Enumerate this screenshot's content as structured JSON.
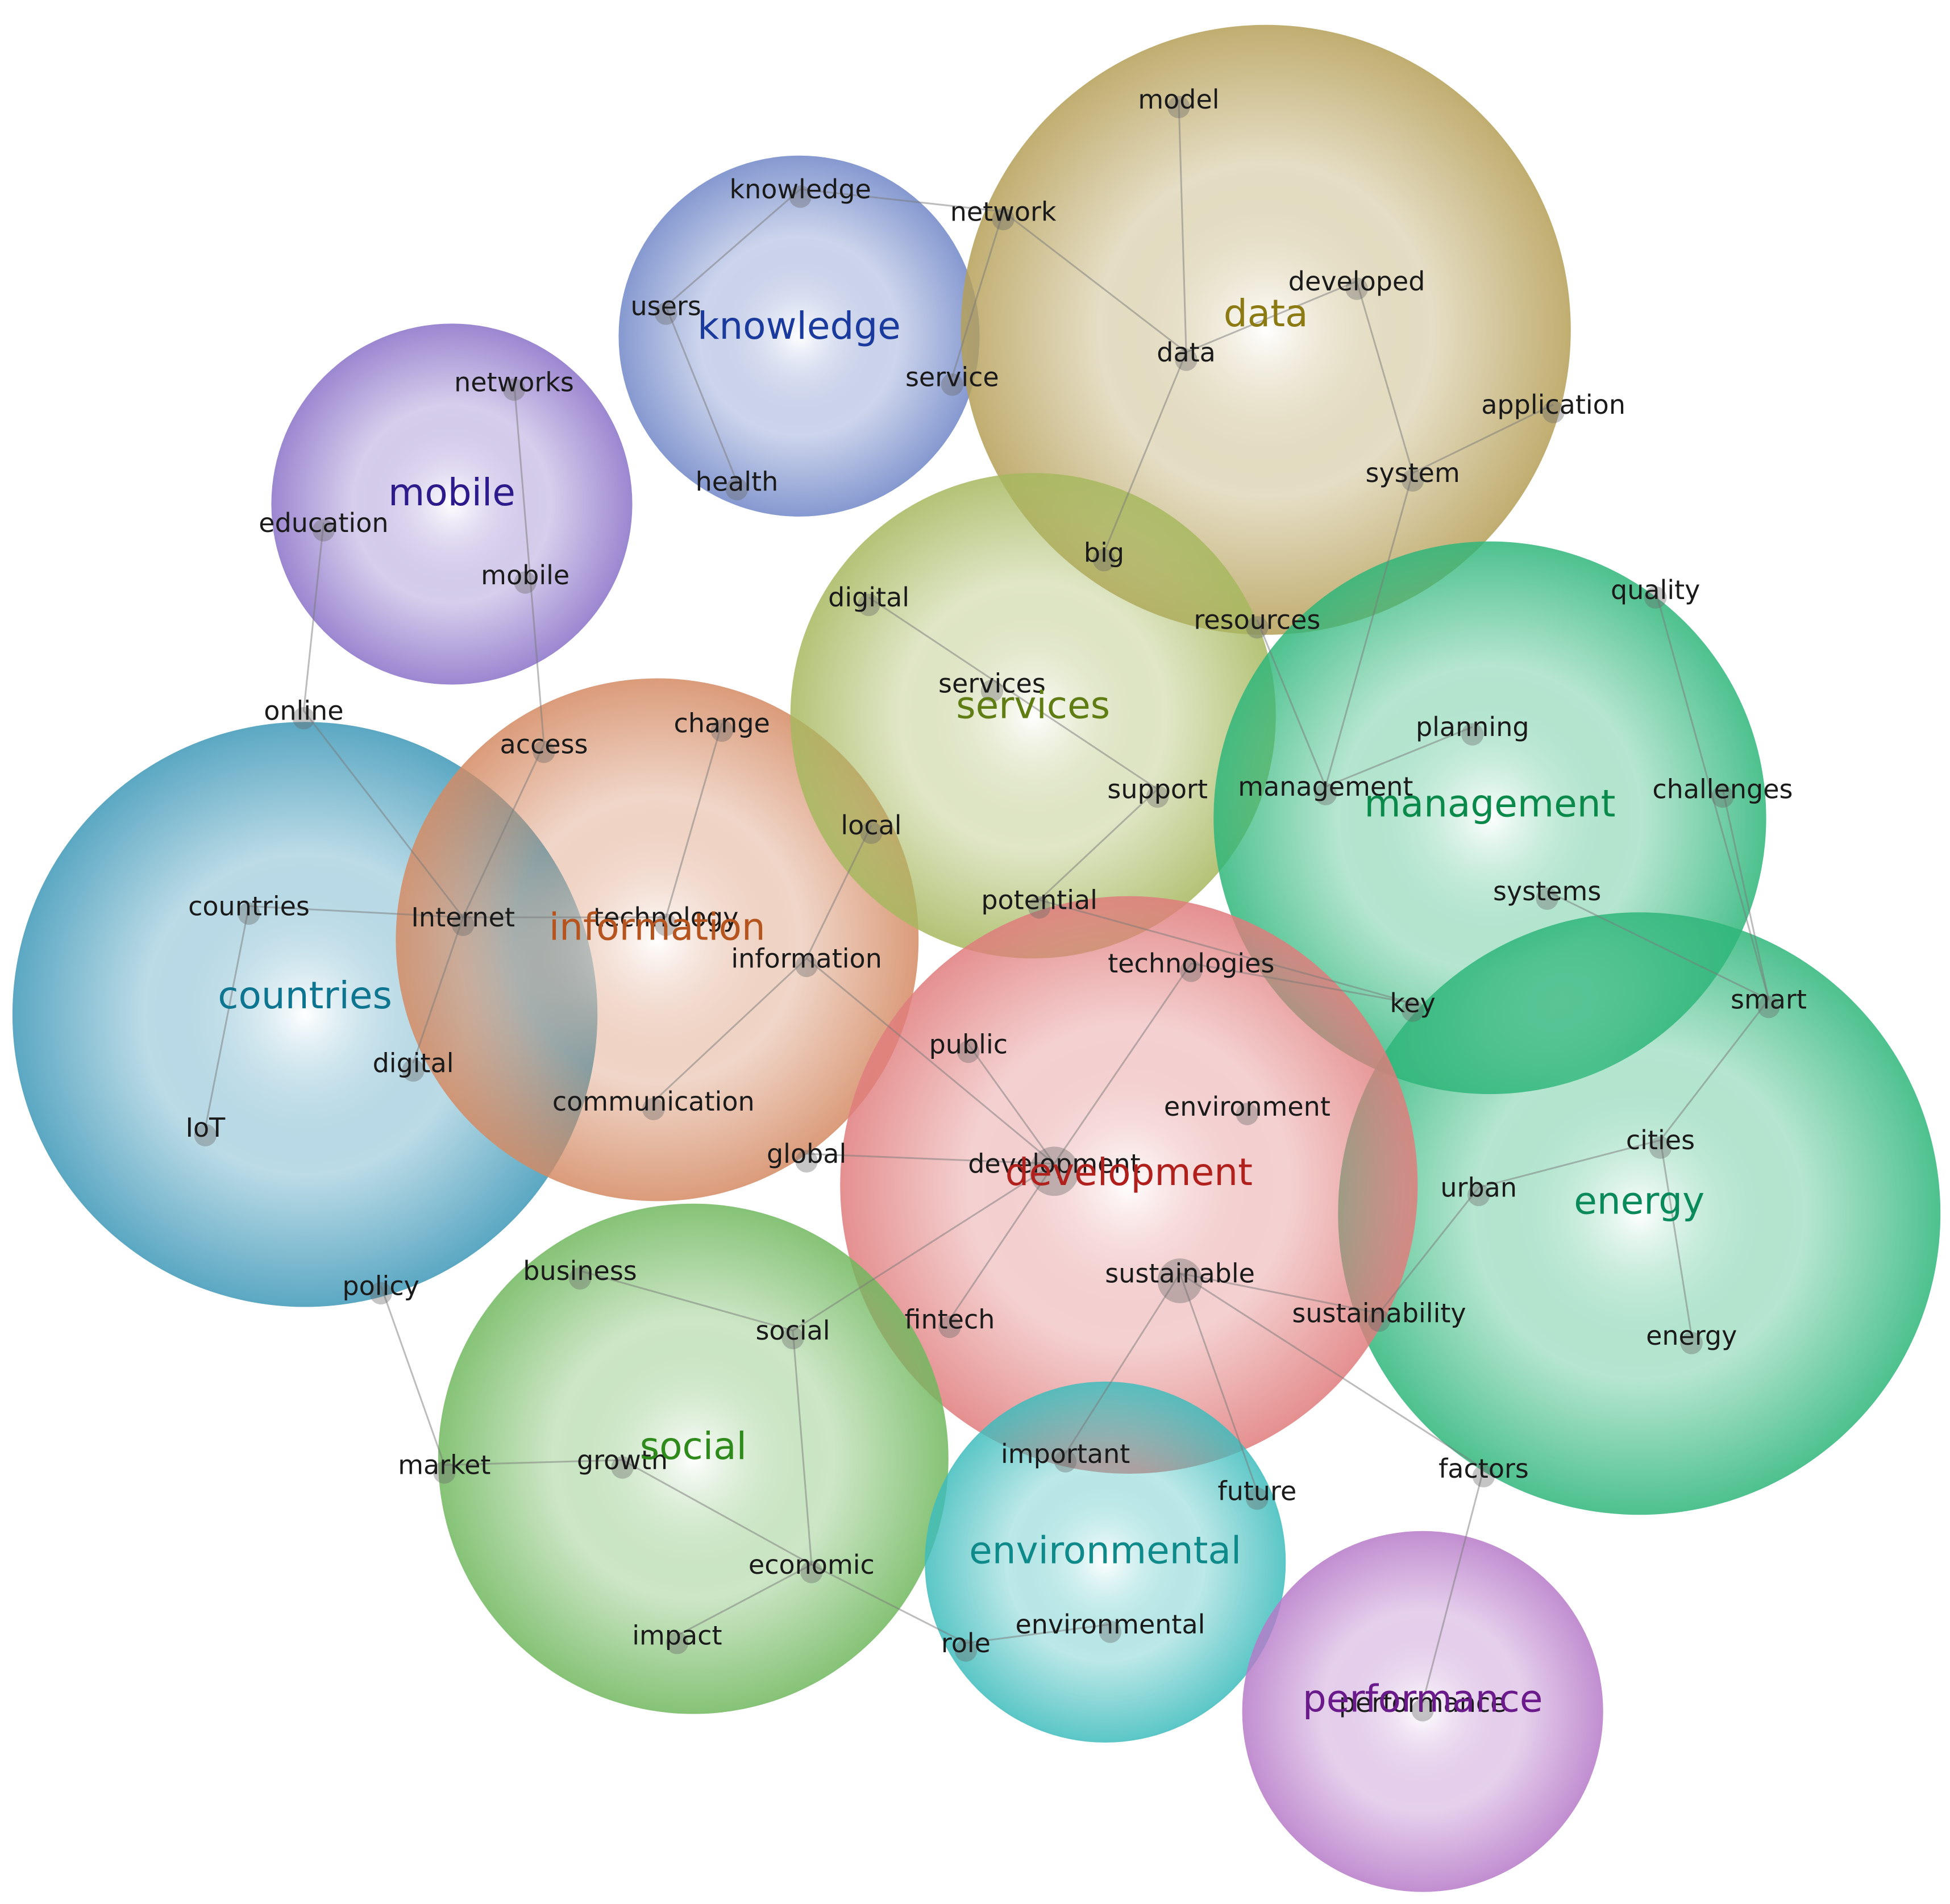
{
  "clusters": [
    {
      "id": "countries",
      "label": "countries",
      "color": "#3e98b8",
      "label_color": "#0e7590"
    },
    {
      "id": "information",
      "label": "information",
      "color": "#d48a63",
      "label_color": "#b5541e"
    },
    {
      "id": "mobile",
      "label": "mobile",
      "color": "#8a72c8",
      "label_color": "#2d1b8c"
    },
    {
      "id": "knowledge",
      "label": "knowledge",
      "color": "#7087c8",
      "label_color": "#1a3a9e"
    },
    {
      "id": "data",
      "label": "data",
      "color": "#b59f57",
      "label_color": "#8c7a12"
    },
    {
      "id": "services",
      "label": "services",
      "color": "#a6b85e",
      "label_color": "#5f7d12"
    },
    {
      "id": "management",
      "label": "management",
      "color": "#2eb67a",
      "label_color": "#0a8a4a"
    },
    {
      "id": "energy",
      "label": "energy",
      "color": "#2eb67a",
      "label_color": "#0a8a5a"
    },
    {
      "id": "development",
      "label": "development",
      "color": "#e07c7c",
      "label_color": "#b0201c"
    },
    {
      "id": "social",
      "label": "social",
      "color": "#70b85e",
      "label_color": "#2e8a1a"
    },
    {
      "id": "environmental",
      "label": "environmental",
      "color": "#3ebcbc",
      "label_color": "#0e8a8a"
    },
    {
      "id": "performance",
      "label": "performance",
      "color": "#b67ac8",
      "label_color": "#6a1a8a"
    }
  ],
  "terms": [
    {
      "id": "model",
      "label": "model"
    },
    {
      "id": "knowledge",
      "label": "knowledge"
    },
    {
      "id": "network",
      "label": "network"
    },
    {
      "id": "developed",
      "label": "developed"
    },
    {
      "id": "users",
      "label": "users"
    },
    {
      "id": "data",
      "label": "data"
    },
    {
      "id": "service",
      "label": "service"
    },
    {
      "id": "networks",
      "label": "networks"
    },
    {
      "id": "application",
      "label": "application"
    },
    {
      "id": "health",
      "label": "health"
    },
    {
      "id": "system",
      "label": "system"
    },
    {
      "id": "education",
      "label": "education"
    },
    {
      "id": "big",
      "label": "big"
    },
    {
      "id": "mobile",
      "label": "mobile"
    },
    {
      "id": "quality",
      "label": "quality"
    },
    {
      "id": "digital_services",
      "label": "digital"
    },
    {
      "id": "resources",
      "label": "resources"
    },
    {
      "id": "services",
      "label": "services"
    },
    {
      "id": "online",
      "label": "online"
    },
    {
      "id": "change",
      "label": "change"
    },
    {
      "id": "planning",
      "label": "planning"
    },
    {
      "id": "access",
      "label": "access"
    },
    {
      "id": "support",
      "label": "support"
    },
    {
      "id": "management",
      "label": "management"
    },
    {
      "id": "challenges",
      "label": "challenges"
    },
    {
      "id": "local",
      "label": "local"
    },
    {
      "id": "systems",
      "label": "systems"
    },
    {
      "id": "countries",
      "label": "countries"
    },
    {
      "id": "potential",
      "label": "potential"
    },
    {
      "id": "internet",
      "label": "Internet"
    },
    {
      "id": "technology",
      "label": "technology"
    },
    {
      "id": "information",
      "label": "information"
    },
    {
      "id": "technologies",
      "label": "technologies"
    },
    {
      "id": "key",
      "label": "key"
    },
    {
      "id": "smart",
      "label": "smart"
    },
    {
      "id": "public",
      "label": "public"
    },
    {
      "id": "digital_countries",
      "label": "digital"
    },
    {
      "id": "communication",
      "label": "communication"
    },
    {
      "id": "environment",
      "label": "environment"
    },
    {
      "id": "iot",
      "label": "IoT"
    },
    {
      "id": "cities",
      "label": "cities"
    },
    {
      "id": "global",
      "label": "global"
    },
    {
      "id": "development",
      "label": "development"
    },
    {
      "id": "urban",
      "label": "urban"
    },
    {
      "id": "sustainable",
      "label": "sustainable"
    },
    {
      "id": "policy",
      "label": "policy"
    },
    {
      "id": "business",
      "label": "business"
    },
    {
      "id": "sustainability",
      "label": "sustainability"
    },
    {
      "id": "fintech",
      "label": "fintech"
    },
    {
      "id": "social",
      "label": "social"
    },
    {
      "id": "energy",
      "label": "energy"
    },
    {
      "id": "important",
      "label": "important"
    },
    {
      "id": "market",
      "label": "market"
    },
    {
      "id": "growth",
      "label": "growth"
    },
    {
      "id": "factors",
      "label": "factors"
    },
    {
      "id": "future",
      "label": "future"
    },
    {
      "id": "economic",
      "label": "economic"
    },
    {
      "id": "environmental",
      "label": "environmental"
    },
    {
      "id": "impact",
      "label": "impact"
    },
    {
      "id": "role",
      "label": "role"
    },
    {
      "id": "performance",
      "label": "performance"
    }
  ],
  "edges": [
    [
      "knowledge",
      "network"
    ],
    [
      "knowledge",
      "users"
    ],
    [
      "users",
      "health"
    ],
    [
      "network",
      "service"
    ],
    [
      "network",
      "data"
    ],
    [
      "model",
      "data"
    ],
    [
      "data",
      "developed"
    ],
    [
      "developed",
      "system"
    ],
    [
      "system",
      "application"
    ],
    [
      "data",
      "big"
    ],
    [
      "system",
      "management"
    ],
    [
      "networks",
      "access"
    ],
    [
      "education",
      "online"
    ],
    [
      "online",
      "internet"
    ],
    [
      "access",
      "internet"
    ],
    [
      "internet",
      "digital_countries"
    ],
    [
      "countries",
      "internet"
    ],
    [
      "internet",
      "technology"
    ],
    [
      "countries",
      "iot"
    ],
    [
      "change",
      "technology"
    ],
    [
      "local",
      "information"
    ],
    [
      "information",
      "communication"
    ],
    [
      "information",
      "development"
    ],
    [
      "digital_services",
      "support"
    ],
    [
      "support",
      "potential"
    ],
    [
      "resources",
      "management"
    ],
    [
      "planning",
      "management"
    ],
    [
      "quality",
      "smart"
    ],
    [
      "challenges",
      "smart"
    ],
    [
      "systems",
      "smart"
    ],
    [
      "smart",
      "cities"
    ],
    [
      "cities",
      "urban"
    ],
    [
      "cities",
      "energy"
    ],
    [
      "urban",
      "sustainability"
    ],
    [
      "potential",
      "key"
    ],
    [
      "technologies",
      "key"
    ],
    [
      "technologies",
      "development"
    ],
    [
      "public",
      "development"
    ],
    [
      "global",
      "development"
    ],
    [
      "development",
      "social"
    ],
    [
      "development",
      "fintech"
    ],
    [
      "sustainable",
      "sustainability"
    ],
    [
      "sustainable",
      "important"
    ],
    [
      "sustainable",
      "future"
    ],
    [
      "sustainable",
      "factors"
    ],
    [
      "factors",
      "performance"
    ],
    [
      "business",
      "social"
    ],
    [
      "social",
      "economic"
    ],
    [
      "policy",
      "market"
    ],
    [
      "market",
      "growth"
    ],
    [
      "growth",
      "economic"
    ],
    [
      "economic",
      "impact"
    ],
    [
      "economic",
      "role"
    ],
    [
      "role",
      "environmental"
    ]
  ]
}
